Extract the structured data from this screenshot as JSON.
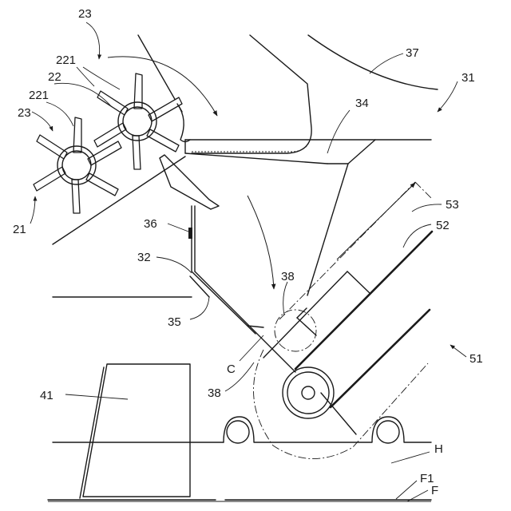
{
  "labels": {
    "l23a": "23",
    "l221a": "221",
    "l22": "22",
    "l221b": "221",
    "l23b": "23",
    "l21": "21",
    "l37": "37",
    "l31": "31",
    "l34": "34",
    "l53": "53",
    "l52": "52",
    "l36": "36",
    "l32": "32",
    "l38a": "38",
    "l35": "35",
    "lC": "C",
    "l51": "51",
    "l41": "41",
    "l38b": "38",
    "lH": "H",
    "lF1": "F1",
    "lF": "F"
  }
}
